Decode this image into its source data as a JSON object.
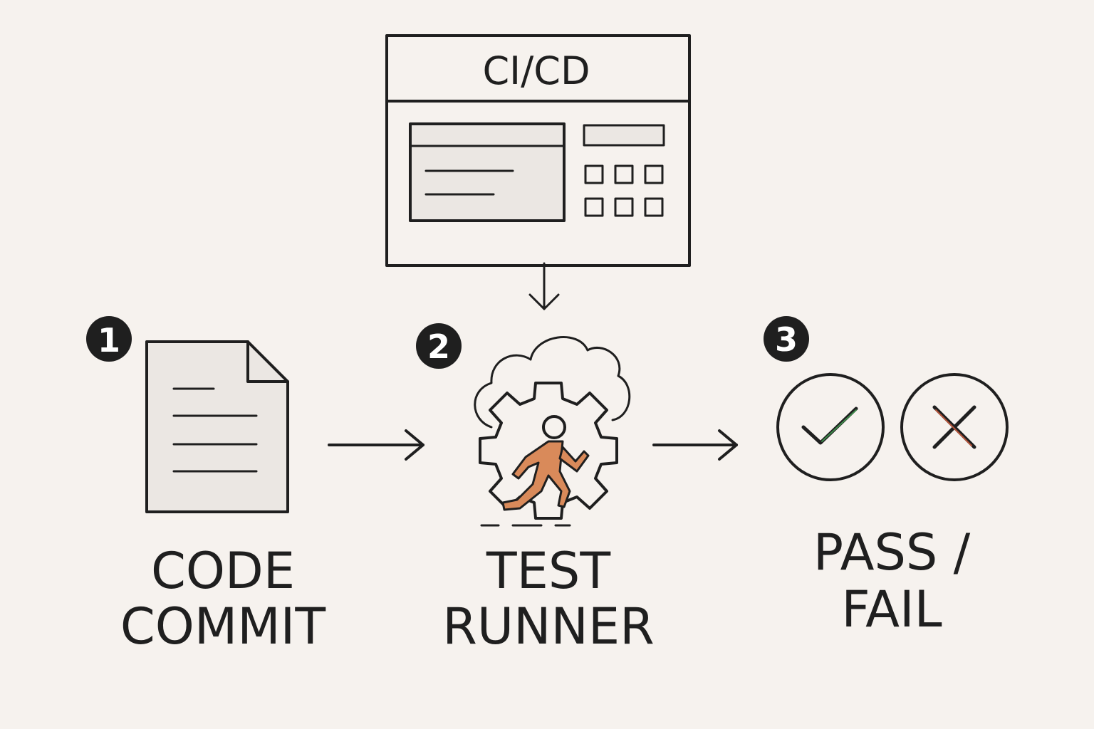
{
  "pipeline": {
    "system_title": "CI/CD",
    "steps": [
      {
        "number": "1",
        "label_line1": "CODE",
        "label_line2": "COMMIT",
        "icon": "document-icon"
      },
      {
        "number": "2",
        "label_line1": "TEST",
        "label_line2": "RUNNER",
        "icon": "gear-runner-icon"
      },
      {
        "number": "3",
        "label_line1": "PASS /",
        "label_line2": "FAIL",
        "icon": "check-cross-icon"
      }
    ]
  },
  "colors": {
    "ink": "#1f1f1f",
    "paper": "#f6f2ee",
    "runner": "#d98a5a",
    "check": "#3d8a4a",
    "cross": "#b5543a"
  }
}
